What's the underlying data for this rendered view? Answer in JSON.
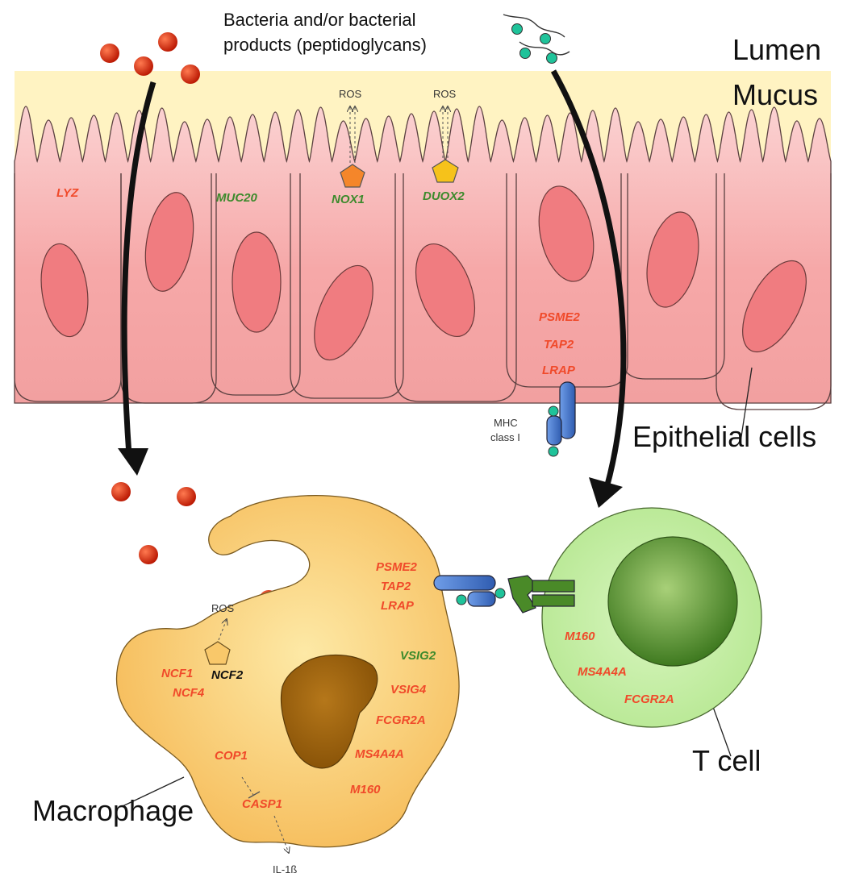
{
  "labels": {
    "bacteria_line1": "Bacteria and/or bacterial",
    "bacteria_line2": "products (peptidoglycans)",
    "lumen": "Lumen",
    "mucus": "Mucus",
    "epithelial_cells": "Epithelial cells",
    "mhc_line1": "MHC",
    "mhc_line2": "class I",
    "macrophage": "Macrophage",
    "t_cell": "T cell",
    "ros_nox": "ROS",
    "ros_duox": "ROS",
    "ros_macro": "ROS",
    "il1b": "IL-1ß"
  },
  "epithelial_genes": {
    "lyz": "LYZ",
    "muc20": "MUC20",
    "nox1": "NOX1",
    "duox2": "DUOX2",
    "psme2": "PSME2",
    "tap2": "TAP2",
    "lrap": "LRAP"
  },
  "macrophage_genes": {
    "psme2": "PSME2",
    "tap2": "TAP2",
    "lrap": "LRAP",
    "vsig2": "VSIG2",
    "vsig4": "VSIG4",
    "fcgr2a": "FCGR2A",
    "ms4a4a": "MS4A4A",
    "m160": "M160",
    "ncf1": "NCF1",
    "ncf2": "NCF2",
    "ncf4": "NCF4",
    "cop1": "COP1",
    "casp1": "CASP1"
  },
  "tcell_genes": {
    "m160": "M160",
    "ms4a4a": "MS4A4A",
    "fcgr2a": "FCGR2A"
  },
  "colors": {
    "gene_red": "#f04a2a",
    "gene_green": "#3d8a2c",
    "mucus": "#fff3c2",
    "epithelium": "#f8aeae",
    "nucleus_epi": "#f07c80",
    "macrophage": "#f9c86a",
    "macrophage_nucleus": "#a66a10",
    "tcell_outer": "#c8f0a8",
    "tcell_nucleus": "#5a9a30",
    "bacteria": "#cc1a00",
    "mhc": "#3c6fc8",
    "tcr": "#4a8a28",
    "nox1_pentagon": "#f5862a",
    "duox2_pentagon": "#f6c21a"
  }
}
